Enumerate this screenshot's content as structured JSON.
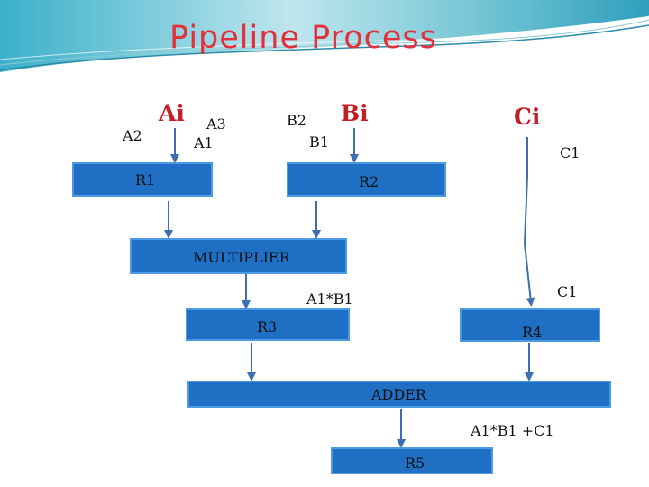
{
  "title": "Pipeline Process",
  "inputs": {
    "a_head": "Ai",
    "a2": "A2",
    "a3": "A3",
    "a1": "A1",
    "b_head": "Bi",
    "b2": "B2",
    "b1": "B1",
    "c_head": "Ci",
    "c1_top": "C1"
  },
  "registers": {
    "r1": "R1",
    "r2": "R2",
    "multiplier": "MULTIPLIER",
    "r3": "R3",
    "r4": "R4",
    "adder": "ADDER",
    "r5": "R5"
  },
  "edge_labels": {
    "product": "A1*B1",
    "c1_mid": "C1",
    "sum": "A1*B1 +C1"
  },
  "colors": {
    "title": "#e3303a",
    "box_fill": "#1f6fc4",
    "box_border": "#4d9ae0",
    "arrow": "#3b6fb0"
  }
}
